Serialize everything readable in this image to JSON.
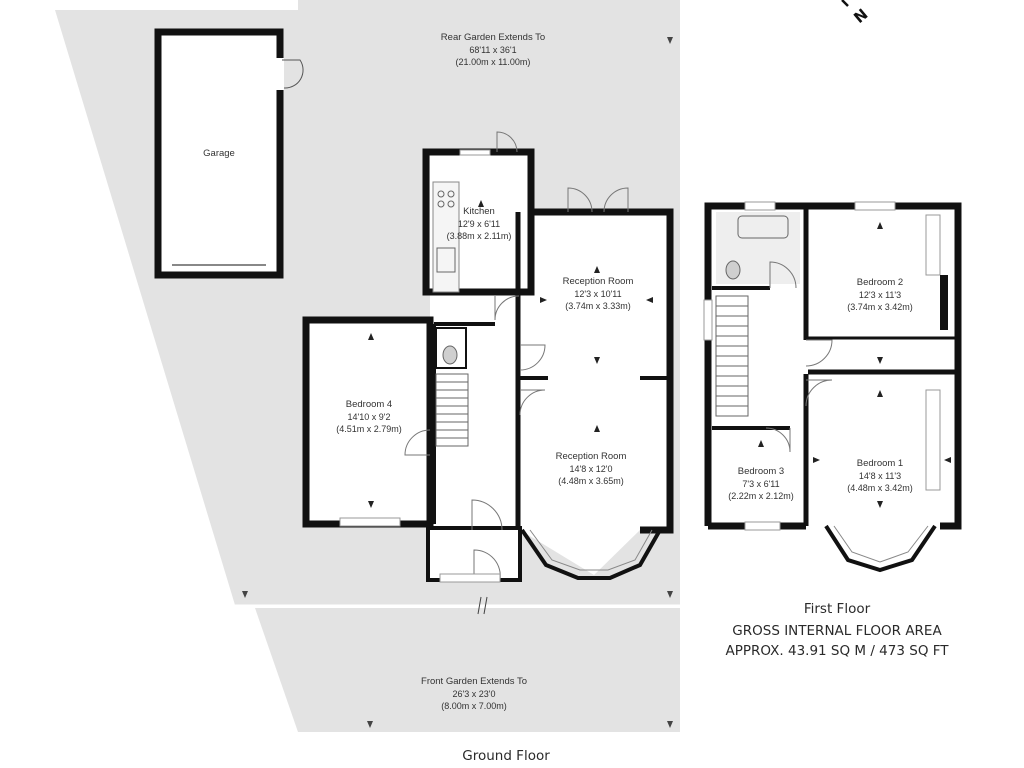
{
  "rooms": {
    "rear_garden": {
      "name": "Rear Garden Extends To",
      "dim_ft": "68'11 x 36'1",
      "dim_m": "(21.00m x 11.00m)"
    },
    "garage": {
      "name": "Garage"
    },
    "kitchen": {
      "name": "Kitchen",
      "dim_ft": "12'9 x 6'11",
      "dim_m": "(3.88m x 2.11m)"
    },
    "reception_1": {
      "name": "Reception Room",
      "dim_ft": "12'3 x 10'11",
      "dim_m": "(3.74m x 3.33m)"
    },
    "reception_2": {
      "name": "Reception Room",
      "dim_ft": "14'8 x 12'0",
      "dim_m": "(4.48m x 3.65m)"
    },
    "bedroom_4": {
      "name": "Bedroom 4",
      "dim_ft": "14'10 x 9'2",
      "dim_m": "(4.51m x 2.79m)"
    },
    "front_garden": {
      "name": "Front Garden Extends To",
      "dim_ft": "26'3 x 23'0",
      "dim_m": "(8.00m x 7.00m)"
    },
    "bedroom_2": {
      "name": "Bedroom 2",
      "dim_ft": "12'3 x 11'3",
      "dim_m": "(3.74m x 3.42m)"
    },
    "bedroom_1": {
      "name": "Bedroom 1",
      "dim_ft": "14'8 x 11'3",
      "dim_m": "(4.48m x 3.42m)"
    },
    "bedroom_3": {
      "name": "Bedroom 3",
      "dim_ft": "7'3 x 6'11",
      "dim_m": "(2.22m x 2.12m)"
    }
  },
  "captions": {
    "ground_floor": "Ground Floor",
    "first_floor": "First Floor",
    "area_line1": "GROSS INTERNAL FLOOR AREA",
    "area_line2": "APPROX. 43.91 SQ M / 473 SQ FT"
  },
  "compass_letter": "N",
  "colors": {
    "wall": "#111111",
    "garden": "#e3e3e3",
    "floor": "#ffffff",
    "fixture": "#cfcfcf"
  }
}
